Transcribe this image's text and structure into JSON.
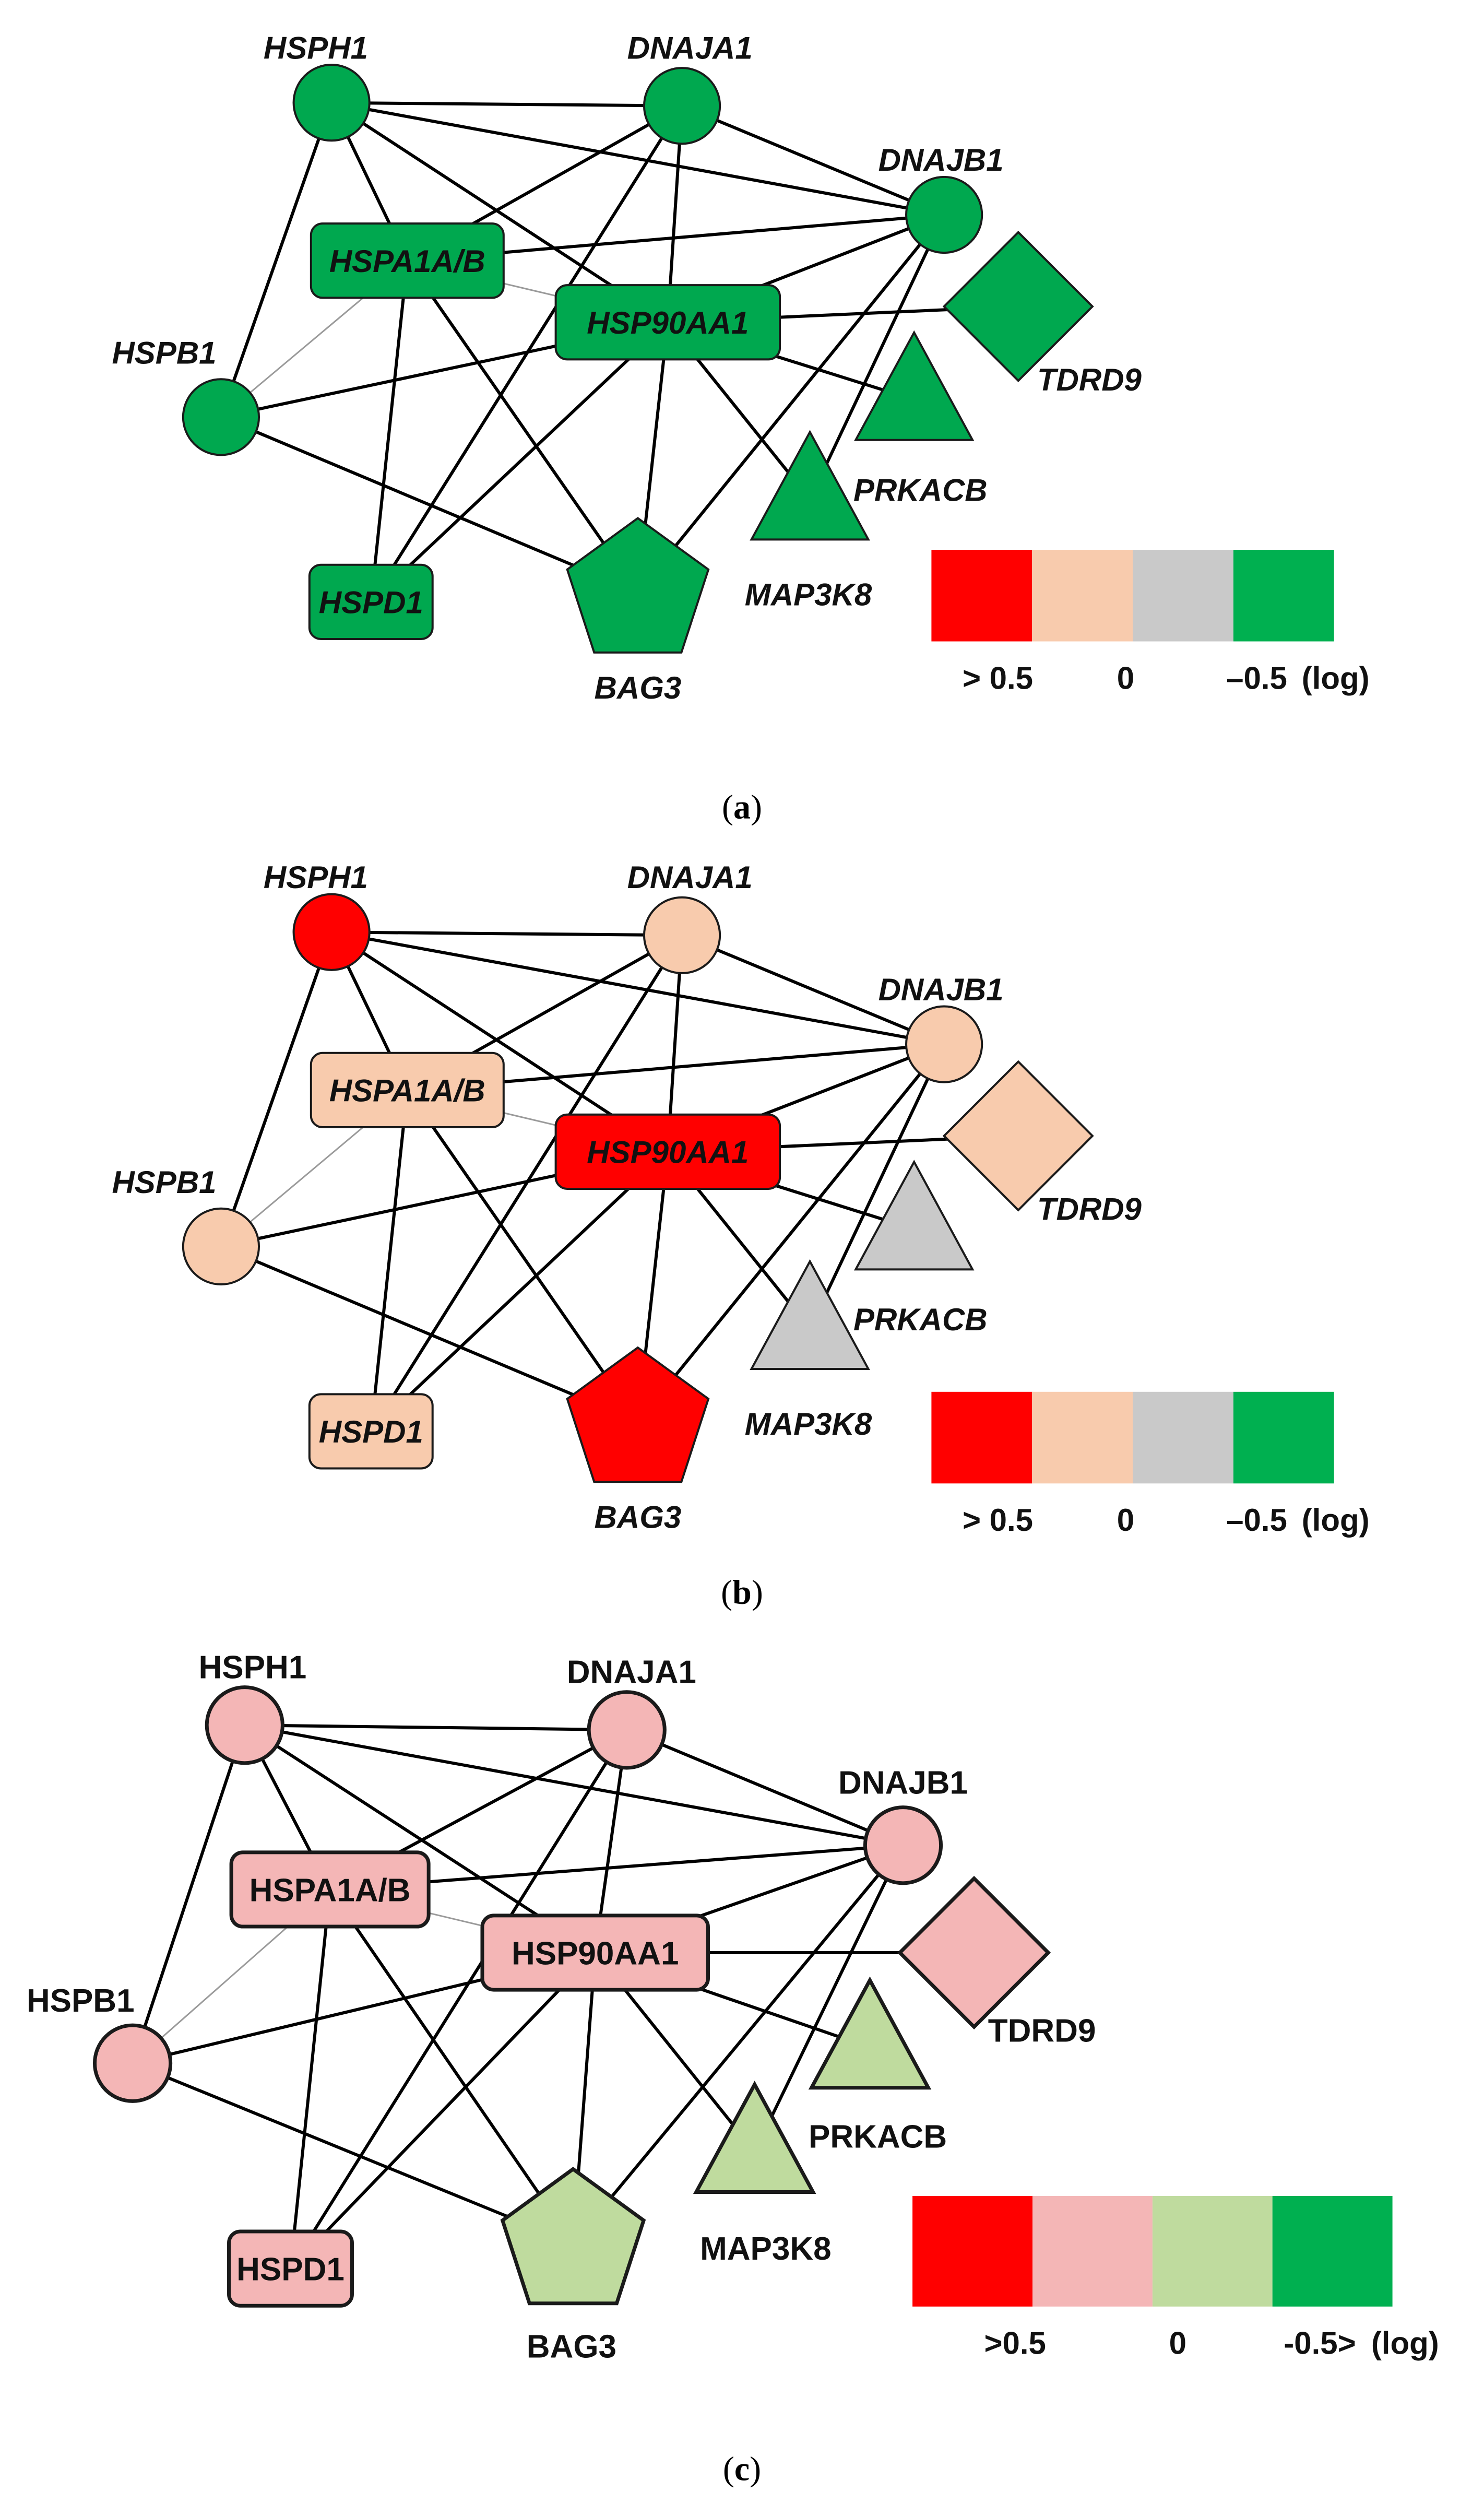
{
  "panels": [
    {
      "id": "a",
      "caption": {
        "open": "(",
        "letter": "a",
        "close": ")"
      },
      "nodes": {
        "HSPH1": "green",
        "DNAJA1": "green",
        "DNAJB1": "green",
        "HSPA1A/B": "green",
        "HSP90AA1": "green",
        "HSPB1": "green",
        "TDRD9": "green",
        "PRKACB": "green",
        "MAP3K8": "green",
        "HSPD1": "green",
        "BAG3": "green"
      },
      "legend": {
        "colors": [
          "#FF0000",
          "#F8CBAD",
          "#C9C9C9",
          "#00B050"
        ],
        "labels": [
          "> 0.5",
          "0",
          "–0.5",
          "(log)"
        ]
      }
    },
    {
      "id": "b",
      "caption": {
        "open": "(",
        "letter": "b",
        "close": ")"
      },
      "nodes": {
        "HSPH1": "red",
        "DNAJA1": "peach",
        "DNAJB1": "peach",
        "HSPA1A/B": "peach",
        "HSP90AA1": "red",
        "HSPB1": "peach",
        "TDRD9": "peach",
        "PRKACB": "gray",
        "MAP3K8": "gray",
        "HSPD1": "peach",
        "BAG3": "red"
      },
      "legend": {
        "colors": [
          "#FF0000",
          "#F8CBAD",
          "#C9C9C9",
          "#00B050"
        ],
        "labels": [
          "> 0.5",
          "0",
          "–0.5",
          "(log)"
        ]
      }
    },
    {
      "id": "c",
      "caption": {
        "open": "(",
        "letter": "c",
        "close": ")"
      },
      "nodes": {
        "HSPH1": "pink",
        "DNAJA1": "pink",
        "DNAJB1": "pink",
        "HSPA1A/B": "pink",
        "HSP90AA1": "pink",
        "HSPB1": "pink",
        "TDRD9": "pink",
        "PRKACB": "lightgreen",
        "MAP3K8": "lightgreen",
        "HSPD1": "pink",
        "BAG3": "lightgreen"
      },
      "legend": {
        "colors": [
          "#FF0000",
          "#F4B6B6",
          "#BFDB9E",
          "#00B050"
        ],
        "labels": [
          ">0.5",
          "0",
          "-0.5>",
          "(log)"
        ]
      }
    }
  ],
  "palette": {
    "green": "#00A84F",
    "red": "#FF0000",
    "peach": "#F8CBAD",
    "gray": "#C9C9C9",
    "pink": "#F4B6B6",
    "lightgreen": "#BFDB9E"
  }
}
